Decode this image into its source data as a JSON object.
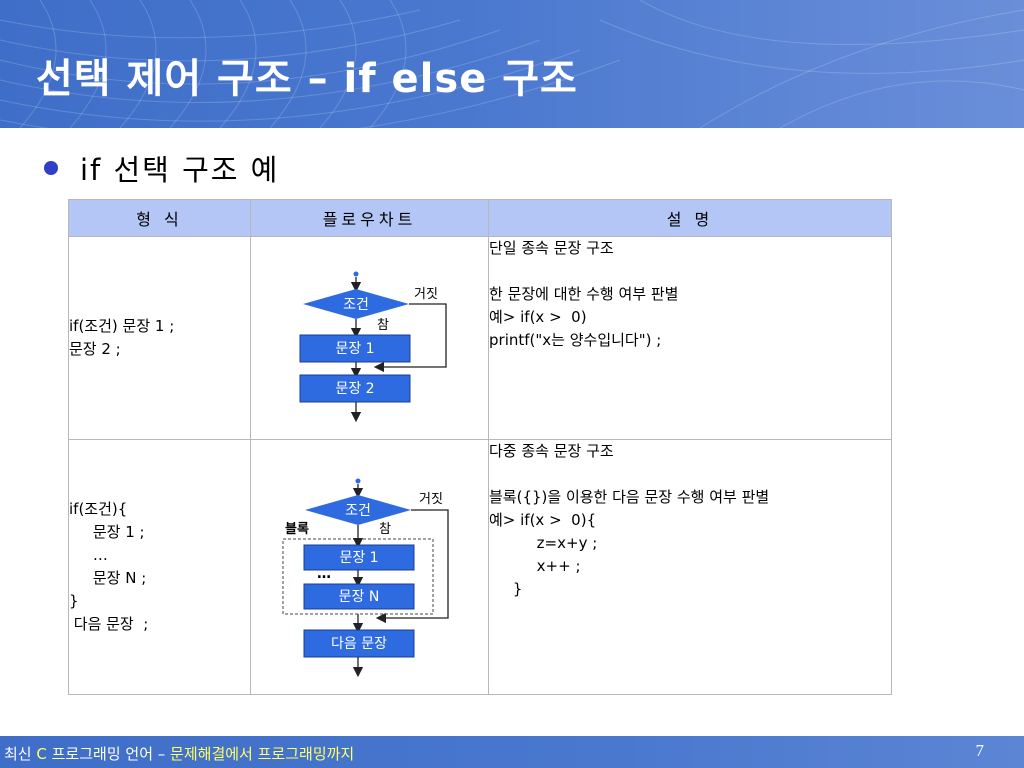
{
  "slide": {
    "title": "선택 제어 구조 – if else 구조",
    "subtitle": "if 선택 구조 예",
    "page_number": "7"
  },
  "table": {
    "headers": [
      "형  식",
      "플로우차트",
      "설  명"
    ],
    "rows": [
      {
        "form": "if(조건) 문장 1 ;\n문장 2 ;",
        "flow": {
          "condition": "조건",
          "false_label": "거짓",
          "true_label": "참",
          "box1": "문장 1",
          "box2": "문장 2"
        },
        "desc_title": "단일 종속 문장 구조",
        "desc_body": "한 문장에 대한 수행 여부 판별",
        "desc_code": "예> if(x >  0)\nprintf(\"x는 양수입니다\") ;"
      },
      {
        "form": "if(조건){\n     문장 1 ;\n     …\n     문장 N ;\n}\n 다음 문장  ;",
        "flow": {
          "condition": "조건",
          "false_label": "거짓",
          "true_label": "참",
          "block_label": "블록",
          "box1": "문장 1",
          "ellipsis": "…",
          "box2": "문장 N",
          "next": "다음 문장"
        },
        "desc_title": "다중 종속 문장 구조",
        "desc_body": "블록({})을 이용한 다음 문장 수행 여부 판별",
        "desc_code": "예> if(x >  0){\n          z=x+y ;\n          x++ ;\n     }"
      }
    ]
  },
  "footer": {
    "prefix": "최신 ",
    "c": "C",
    "middle": " 프로그래밍 언어 – ",
    "tagline": "문제해결에서 프로그래밍까지"
  },
  "colors": {
    "header_blue": "#4a78cf",
    "table_header": "#b3c6f5",
    "flow_blue": "#2f6be0",
    "bullet": "#2e3fc8",
    "footer_accent": "#ffff66"
  }
}
